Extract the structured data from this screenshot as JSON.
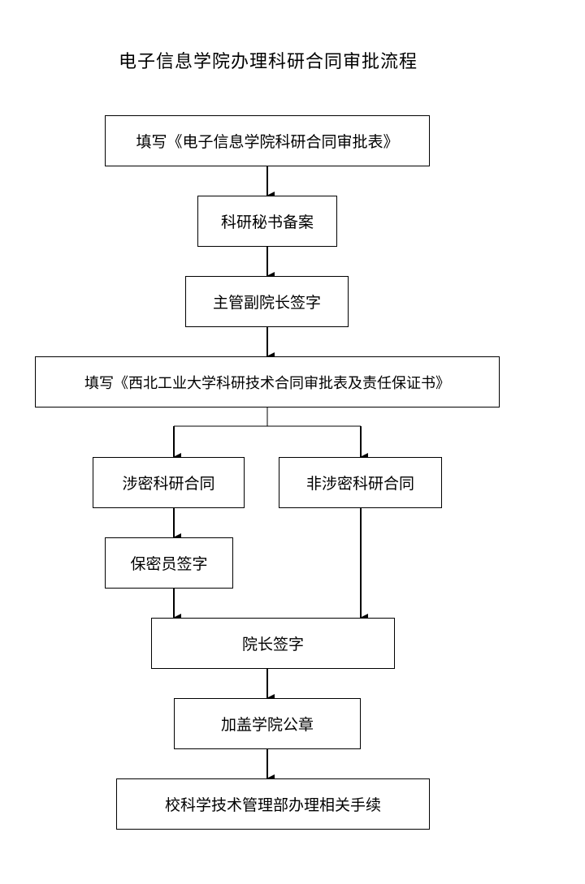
{
  "title": "电子信息学院办理科研合同审批流程",
  "steps": {
    "fill_college_form": "填写《电子信息学院科研合同审批表》",
    "secretary_record": "科研秘书备案",
    "vice_dean_sign": "主管副院长签字",
    "fill_university_form": "填写《西北工业大学科研技术合同审批表及责任保证书》",
    "classified_contract": "涉密科研合同",
    "unclassified_contract": "非涉密科研合同",
    "security_officer_sign": "保密员签字",
    "dean_sign": "院长签字",
    "college_seal": "加盖学院公章",
    "university_procedures": "校科学技术管理部办理相关手续"
  }
}
